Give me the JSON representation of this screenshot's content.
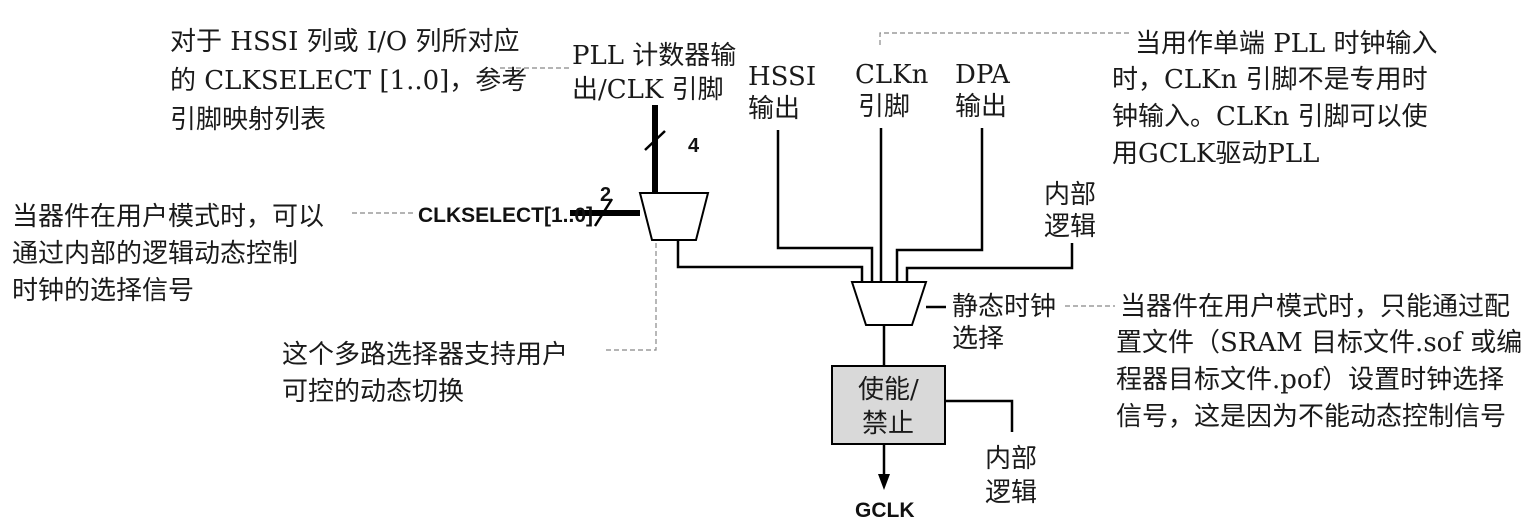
{
  "annotations": {
    "hssi_column_line1": "对于 HSSI 列或 I/O 列所对应",
    "hssi_column_line2": "的 CLKSELECT [1..0]，参考",
    "hssi_column_line3": "引脚映射列表",
    "user_mode_dynamic_line1": "当器件在用户模式时，可以",
    "user_mode_dynamic_line2": "通过内部的逻辑动态控制",
    "user_mode_dynamic_line3": "时钟的选择信号",
    "mux_support_line1": "这个多路选择器支持用户",
    "mux_support_line2": "可控的动态切换",
    "clkn_note_line1": "当用作单端  PLL 时钟输入",
    "clkn_note_line2": "时，CLKn 引脚不是专用时",
    "clkn_note_line3": "钟输入。CLKn 引脚可以使",
    "clkn_note_line4": "用GCLK驱动PLL",
    "static_note_line1": "当器件在用户模式时，只能通过配",
    "static_note_line2": "置文件（SRAM 目标文件.sof 或编",
    "static_note_line3": "程器目标文件.pof）设置时钟选择",
    "static_note_line4": "信号，这是因为不能动态控制信号"
  },
  "labels": {
    "pll_counter_line1": "PLL 计数器输",
    "pll_counter_line2": "出/CLK 引脚",
    "bus_width_4": "4",
    "bus_width_2": "2",
    "clkselect": "CLKSELECT[1..0]",
    "hssi_line1": "HSSI",
    "hssi_line2": "输出",
    "clkn_line1": "CLKn",
    "clkn_line2": "引脚",
    "dpa_line1": "DPA",
    "dpa_line2": "输出",
    "internal_logic_top_line1": "内部",
    "internal_logic_top_line2": "逻辑",
    "static_select_line1": "静态时钟",
    "static_select_line2": "选择",
    "enable_line1": "使能/",
    "enable_line2": "禁止",
    "internal_logic_bottom_line1": "内部",
    "internal_logic_bottom_line2": "逻辑",
    "gclk": "GCLK"
  },
  "colors": {
    "enable_box_fill": "#d9d9d9",
    "leader_line": "#888888"
  }
}
